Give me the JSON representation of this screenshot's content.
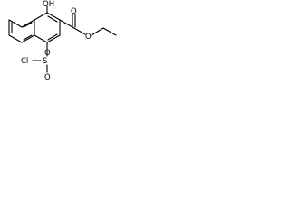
{
  "structure": {
    "atom_labels": {
      "hydroxyl": "OH",
      "carbonyl_oxygen": "O",
      "ester_oxygen": "O",
      "sulfonyl_chlorine": "Cl",
      "sulfur": "S",
      "sulfonyl_oxygen_top": "O",
      "sulfonyl_oxygen_bottom": "O"
    }
  }
}
